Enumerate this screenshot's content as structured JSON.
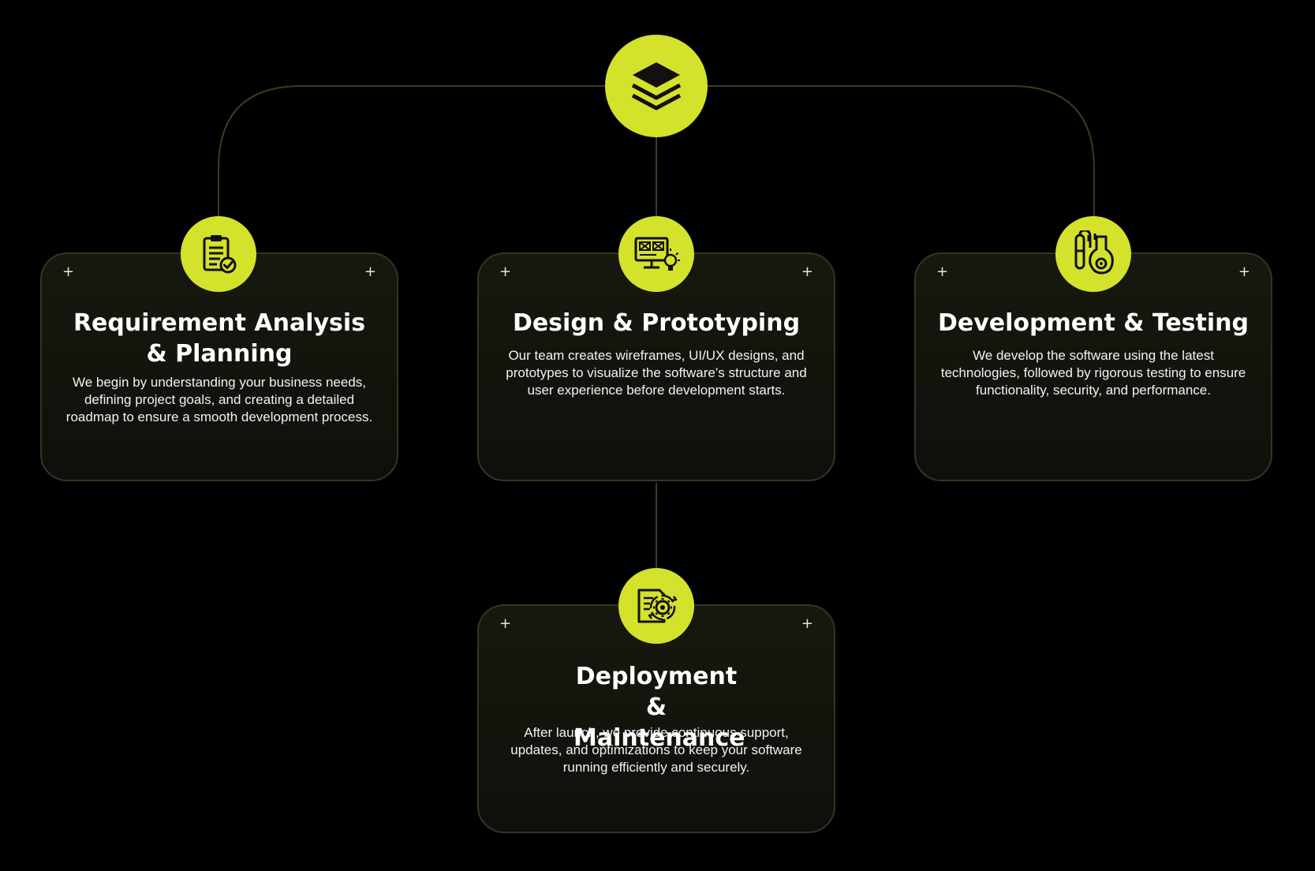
{
  "colors": {
    "accent": "#d4e22b",
    "card_border": "#34361f",
    "connector": "#3a3d22",
    "background": "#000000",
    "icon_stroke": "#111111"
  },
  "hub": {
    "icon": "layers-icon"
  },
  "cards": [
    {
      "id": "requirement",
      "icon": "clipboard-checklist-icon",
      "title": "Requirement Analysis & Planning",
      "description": "We begin by understanding your business needs, defining project goals, and creating a detailed roadmap to ensure a smooth development process.",
      "corner_marker": "+"
    },
    {
      "id": "design",
      "icon": "monitor-wireframe-lightbulb-icon",
      "title": "Design & Prototyping",
      "description": "Our team creates wireframes, UI/UX designs, and prototypes to visualize the software’s structure and user experience before development starts.",
      "corner_marker": "+"
    },
    {
      "id": "development",
      "icon": "test-tube-flask-icon",
      "title": "Development & Testing",
      "description": "We develop the software using the latest technologies, followed by rigorous testing to ensure functionality, security, and performance.",
      "corner_marker": "+"
    },
    {
      "id": "deployment",
      "icon": "document-gear-cycle-icon",
      "title": "Deployment & Maintenance",
      "description": "After launch, we provide continuous support, updates, and optimizations to keep your software running efficiently and securely.",
      "corner_marker": "+"
    }
  ]
}
